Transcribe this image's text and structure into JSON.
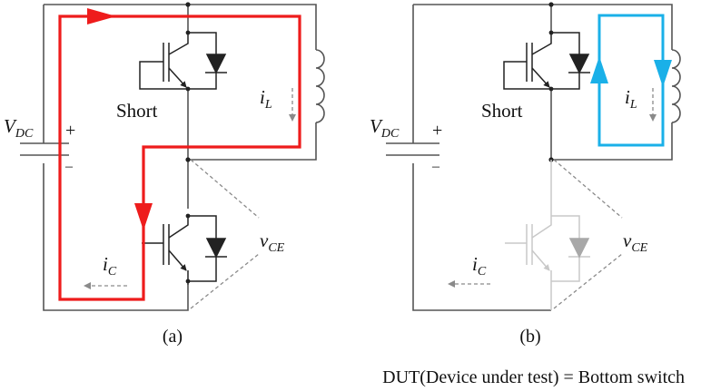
{
  "panels": [
    {
      "id": "a",
      "caption": "(a)",
      "vdc_label": {
        "main": "V",
        "sub": "DC"
      },
      "plus": "+",
      "minus": "–",
      "short_label": "Short",
      "il_label": {
        "main": "i",
        "sub": "L"
      },
      "ic_label": {
        "main": "i",
        "sub": "C"
      },
      "vce_label": {
        "main": "v",
        "sub": "CE"
      },
      "current_path_color": "#ee1c1c",
      "bottom_switch_state": "active"
    },
    {
      "id": "b",
      "caption": "(b)",
      "vdc_label": {
        "main": "V",
        "sub": "DC"
      },
      "plus": "+",
      "minus": "–",
      "short_label": "Short",
      "il_label": {
        "main": "i",
        "sub": "L"
      },
      "ic_label": {
        "main": "i",
        "sub": "C"
      },
      "vce_label": {
        "main": "v",
        "sub": "CE"
      },
      "current_path_color": "#1ab0e8",
      "bottom_switch_state": "off"
    }
  ],
  "footnote": "DUT(Device under test) = Bottom switch",
  "colors": {
    "wire": "#555555",
    "device": "#222222",
    "faded": "#c8c8c8",
    "dashed": "#8a8a8a"
  }
}
